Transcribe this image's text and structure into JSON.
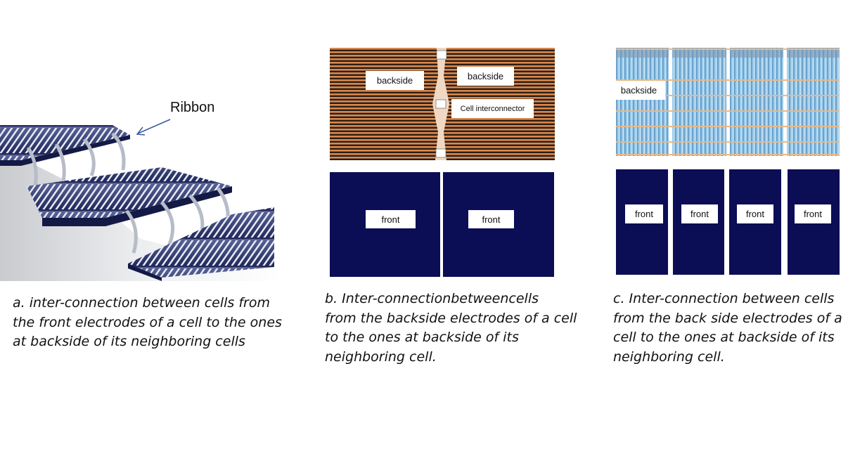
{
  "panel_a": {
    "ribbon_label": "Ribbon",
    "caption": "a. inter-connection between cells from\nthe front electrodes of a cell to the ones\nat backside of its neighboring  cells"
  },
  "panel_b": {
    "labels": {
      "backside_left": "backside",
      "backside_right": "backside",
      "interconnector": "Cell interconnector",
      "front_left": "front",
      "front_right": "front"
    },
    "caption": "b. Inter-connectionbetweencells\nfrom the backside electrodes of a cell\nto the ones at backside of its\nneighboring cell."
  },
  "panel_c": {
    "labels": {
      "backside": "backside",
      "front_1": "front",
      "front_2": "front",
      "front_3": "front",
      "front_4": "front"
    },
    "caption": "c. Inter-connection between cells\nfrom the back side electrodes of a\ncell to the ones at backside of its\nneighboring cell."
  },
  "colors": {
    "cell_front_navy": "#0b0d55",
    "backside_copper": "#d9894e",
    "backside_dark": "#2b1e16",
    "panel_c_blue": "#8fc3e6",
    "ribbon_arrow": "#3b5aa6"
  }
}
